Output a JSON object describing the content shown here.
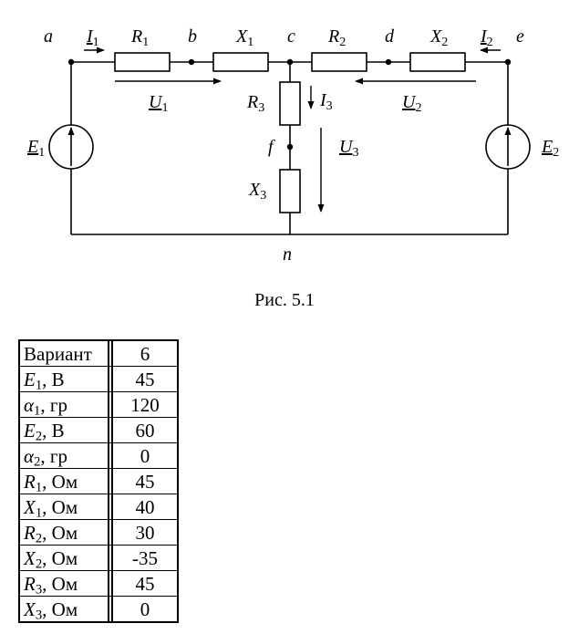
{
  "figure": {
    "nodes": {
      "a": "a",
      "b": "b",
      "c": "c",
      "d": "d",
      "e": "e",
      "f": "f",
      "n": "n"
    },
    "components": {
      "R1": {
        "base": "R",
        "sub": "1"
      },
      "X1": {
        "base": "X",
        "sub": "1"
      },
      "R2": {
        "base": "R",
        "sub": "2"
      },
      "X2": {
        "base": "X",
        "sub": "2"
      },
      "R3": {
        "base": "R",
        "sub": "3"
      },
      "X3": {
        "base": "X",
        "sub": "3"
      }
    },
    "currents": {
      "I1": {
        "base": "I",
        "sub": "1"
      },
      "I2": {
        "base": "I",
        "sub": "2"
      },
      "I3": {
        "base": "I",
        "sub": "3"
      }
    },
    "voltages": {
      "U1": {
        "base": "U",
        "sub": "1"
      },
      "U2": {
        "base": "U",
        "sub": "2"
      },
      "U3": {
        "base": "U",
        "sub": "3"
      }
    },
    "sources": {
      "E1": {
        "base": "E",
        "sub": "1"
      },
      "E2": {
        "base": "E",
        "sub": "2"
      }
    },
    "caption": "Рис. 5.1"
  },
  "table": {
    "header": {
      "label": "Вариант",
      "value": "6"
    },
    "rows": [
      {
        "sym": "E",
        "sub": "1",
        "unit": ", В",
        "value": "45"
      },
      {
        "sym": "α",
        "sub": "1",
        "unit": ", гр",
        "value": "120"
      },
      {
        "sym": "E",
        "sub": "2",
        "unit": ", В",
        "value": "60"
      },
      {
        "sym": "α",
        "sub": "2",
        "unit": ", гр",
        "value": "0"
      },
      {
        "sym": "R",
        "sub": "1",
        "unit": ", Ом",
        "value": "45"
      },
      {
        "sym": "X",
        "sub": "1",
        "unit": ", Ом",
        "value": "40"
      },
      {
        "sym": "R",
        "sub": "2",
        "unit": ", Ом",
        "value": "30"
      },
      {
        "sym": "X",
        "sub": "2",
        "unit": ", Ом",
        "value": "-35"
      },
      {
        "sym": "R",
        "sub": "3",
        "unit": ", Ом",
        "value": "45"
      },
      {
        "sym": "X",
        "sub": "3",
        "unit": ", Ом",
        "value": "0"
      }
    ]
  }
}
